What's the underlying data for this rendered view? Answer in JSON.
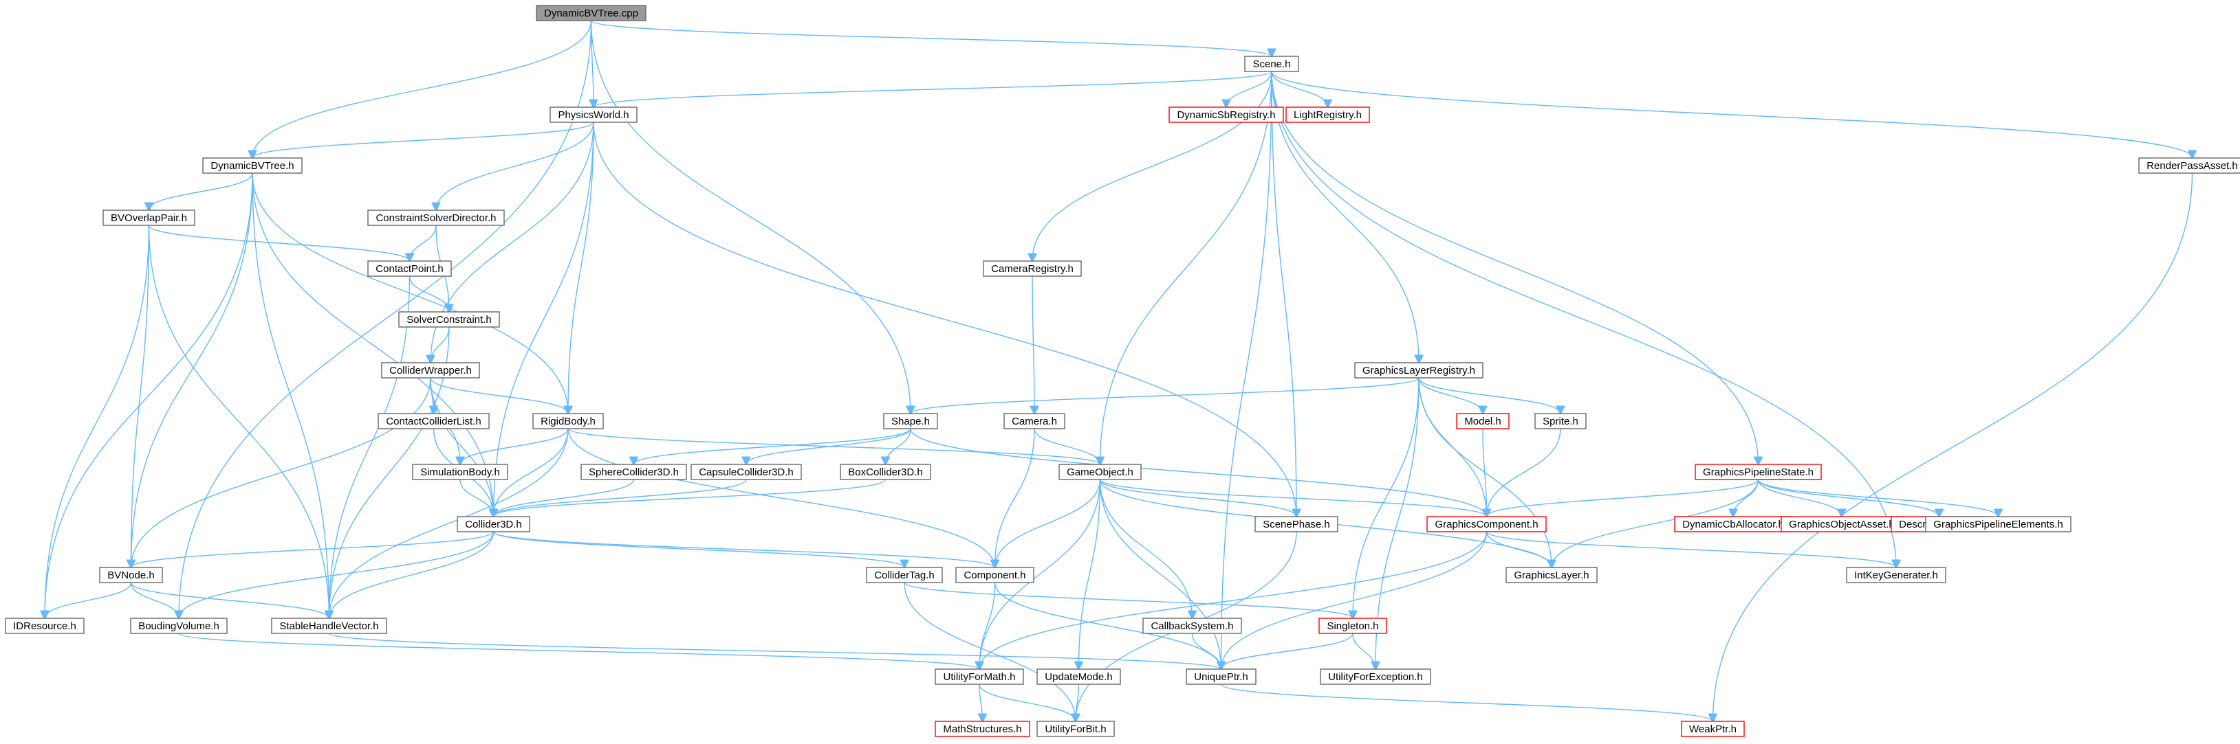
{
  "diagram": {
    "nodes": [
      {
        "id": "dbvtree_cpp",
        "label": "DynamicBVTree.cpp",
        "style": "root"
      },
      {
        "id": "scene_h",
        "label": "Scene.h",
        "style": "normal"
      },
      {
        "id": "physicsworld_h",
        "label": "PhysicsWorld.h",
        "style": "normal"
      },
      {
        "id": "dynamicsbregistry_h",
        "label": "DynamicSbRegistry.h",
        "style": "truncated"
      },
      {
        "id": "lightregistry_h",
        "label": "LightRegistry.h",
        "style": "truncated"
      },
      {
        "id": "dbvtree_h",
        "label": "DynamicBVTree.h",
        "style": "normal"
      },
      {
        "id": "renderpassasset_h",
        "label": "RenderPassAsset.h",
        "style": "normal"
      },
      {
        "id": "bvoverlappair_h",
        "label": "BVOverlapPair.h",
        "style": "normal"
      },
      {
        "id": "constraintsolverdirector_h",
        "label": "ConstraintSolverDirector.h",
        "style": "normal"
      },
      {
        "id": "contactpoint_h",
        "label": "ContactPoint.h",
        "style": "normal"
      },
      {
        "id": "cameraregistry_h",
        "label": "CameraRegistry.h",
        "style": "normal"
      },
      {
        "id": "solverconstraint_h",
        "label": "SolverConstraint.h",
        "style": "normal"
      },
      {
        "id": "graphicslayerregistry_h",
        "label": "GraphicsLayerRegistry.h",
        "style": "normal"
      },
      {
        "id": "colliderwrapper_h",
        "label": "ColliderWrapper.h",
        "style": "normal"
      },
      {
        "id": "contactcolliderlist_h",
        "label": "ContactColliderList.h",
        "style": "normal"
      },
      {
        "id": "rigidbody_h",
        "label": "RigidBody.h",
        "style": "normal"
      },
      {
        "id": "shape_h",
        "label": "Shape.h",
        "style": "normal"
      },
      {
        "id": "camera_h",
        "label": "Camera.h",
        "style": "normal"
      },
      {
        "id": "model_h",
        "label": "Model.h",
        "style": "truncated"
      },
      {
        "id": "sprite_h",
        "label": "Sprite.h",
        "style": "normal"
      },
      {
        "id": "simulationbody_h",
        "label": "SimulationBody.h",
        "style": "normal"
      },
      {
        "id": "spherecollider3d_h",
        "label": "SphereCollider3D.h",
        "style": "normal"
      },
      {
        "id": "capsulecollider3d_h",
        "label": "CapsuleCollider3D.h",
        "style": "normal"
      },
      {
        "id": "boxcollider3d_h",
        "label": "BoxCollider3D.h",
        "style": "normal"
      },
      {
        "id": "gameobject_h",
        "label": "GameObject.h",
        "style": "normal"
      },
      {
        "id": "graphicspipelinestate_h",
        "label": "GraphicsPipelineState.h",
        "style": "truncated"
      },
      {
        "id": "collider3d_h",
        "label": "Collider3D.h",
        "style": "normal"
      },
      {
        "id": "scenephase_h",
        "label": "ScenePhase.h",
        "style": "normal"
      },
      {
        "id": "graphicscomponent_h",
        "label": "GraphicsComponent.h",
        "style": "truncated"
      },
      {
        "id": "dynamiccballocator_h",
        "label": "DynamicCbAllocator.h",
        "style": "truncated"
      },
      {
        "id": "graphicsobjectasset_h",
        "label": "GraphicsObjectAsset.h",
        "style": "truncated"
      },
      {
        "id": "descriptorheap_h",
        "label": "DescriptorHeap.h",
        "style": "truncated"
      },
      {
        "id": "graphicspipelineelements_h",
        "label": "GraphicsPipelineElements.h",
        "style": "normal"
      },
      {
        "id": "bvnode_h",
        "label": "BVNode.h",
        "style": "normal"
      },
      {
        "id": "collidertag_h",
        "label": "ColliderTag.h",
        "style": "normal"
      },
      {
        "id": "component_h",
        "label": "Component.h",
        "style": "normal"
      },
      {
        "id": "graphicslayer_h",
        "label": "GraphicsLayer.h",
        "style": "normal"
      },
      {
        "id": "intkeygenerater_h",
        "label": "IntKeyGenerater.h",
        "style": "normal"
      },
      {
        "id": "idresource_h",
        "label": "IDResource.h",
        "style": "normal"
      },
      {
        "id": "boudingvolume_h",
        "label": "BoudingVolume.h",
        "style": "normal"
      },
      {
        "id": "stablehandlevector_h",
        "label": "StableHandleVector.h",
        "style": "normal"
      },
      {
        "id": "singleton_h",
        "label": "Singleton.h",
        "style": "truncated"
      },
      {
        "id": "callbacksystem_h",
        "label": "CallbackSystem.h",
        "style": "normal"
      },
      {
        "id": "utilityformath_h",
        "label": "UtilityForMath.h",
        "style": "normal"
      },
      {
        "id": "updatemode_h",
        "label": "UpdateMode.h",
        "style": "normal"
      },
      {
        "id": "uniqueptr_h",
        "label": "UniquePtr.h",
        "style": "normal"
      },
      {
        "id": "utilityforexception_h",
        "label": "UtilityForException.h",
        "style": "normal"
      },
      {
        "id": "mathstructures_h",
        "label": "MathStructures.h",
        "style": "truncated"
      },
      {
        "id": "utilityforbit_h",
        "label": "UtilityForBit.h",
        "style": "normal"
      },
      {
        "id": "weakptr_h",
        "label": "WeakPtr.h",
        "style": "truncated"
      }
    ],
    "edges": [
      [
        "dbvtree_cpp",
        "scene_h"
      ],
      [
        "dbvtree_cpp",
        "physicsworld_h"
      ],
      [
        "dbvtree_cpp",
        "dbvtree_h"
      ],
      [
        "dbvtree_cpp",
        "shape_h"
      ],
      [
        "dbvtree_cpp",
        "boudingvolume_h"
      ],
      [
        "scene_h",
        "physicsworld_h"
      ],
      [
        "scene_h",
        "dynamicsbregistry_h"
      ],
      [
        "scene_h",
        "lightregistry_h"
      ],
      [
        "scene_h",
        "cameraregistry_h"
      ],
      [
        "scene_h",
        "graphicslayerregistry_h"
      ],
      [
        "scene_h",
        "gameobject_h"
      ],
      [
        "scene_h",
        "scenephase_h"
      ],
      [
        "scene_h",
        "uniqueptr_h"
      ],
      [
        "scene_h",
        "graphicspipelinestate_h"
      ],
      [
        "scene_h",
        "renderpassasset_h"
      ],
      [
        "scene_h",
        "intkeygenerater_h"
      ],
      [
        "physicsworld_h",
        "dbvtree_h"
      ],
      [
        "physicsworld_h",
        "constraintsolverdirector_h"
      ],
      [
        "physicsworld_h",
        "colliderwrapper_h"
      ],
      [
        "physicsworld_h",
        "rigidbody_h"
      ],
      [
        "physicsworld_h",
        "collider3d_h"
      ],
      [
        "physicsworld_h",
        "scenephase_h"
      ],
      [
        "dbvtree_h",
        "bvoverlappair_h"
      ],
      [
        "dbvtree_h",
        "bvnode_h"
      ],
      [
        "dbvtree_h",
        "idresource_h"
      ],
      [
        "dbvtree_h",
        "stablehandlevector_h"
      ],
      [
        "dbvtree_h",
        "collider3d_h"
      ],
      [
        "dbvtree_h",
        "rigidbody_h"
      ],
      [
        "bvoverlappair_h",
        "contactpoint_h"
      ],
      [
        "bvoverlappair_h",
        "bvnode_h"
      ],
      [
        "bvoverlappair_h",
        "idresource_h"
      ],
      [
        "bvoverlappair_h",
        "stablehandlevector_h"
      ],
      [
        "constraintsolverdirector_h",
        "contactpoint_h"
      ],
      [
        "constraintsolverdirector_h",
        "solverconstraint_h"
      ],
      [
        "contactpoint_h",
        "solverconstraint_h"
      ],
      [
        "contactpoint_h",
        "stablehandlevector_h"
      ],
      [
        "solverconstraint_h",
        "colliderwrapper_h"
      ],
      [
        "solverconstraint_h",
        "stablehandlevector_h"
      ],
      [
        "cameraregistry_h",
        "camera_h"
      ],
      [
        "colliderwrapper_h",
        "contactcolliderlist_h"
      ],
      [
        "colliderwrapper_h",
        "rigidbody_h"
      ],
      [
        "colliderwrapper_h",
        "simulationbody_h"
      ],
      [
        "colliderwrapper_h",
        "collider3d_h"
      ],
      [
        "colliderwrapper_h",
        "bvnode_h"
      ],
      [
        "contactcolliderlist_h",
        "collider3d_h"
      ],
      [
        "rigidbody_h",
        "simulationbody_h"
      ],
      [
        "rigidbody_h",
        "collider3d_h"
      ],
      [
        "rigidbody_h",
        "gameobject_h"
      ],
      [
        "rigidbody_h",
        "component_h"
      ],
      [
        "rigidbody_h",
        "stablehandlevector_h"
      ],
      [
        "simulationbody_h",
        "collider3d_h"
      ],
      [
        "graphicslayerregistry_h",
        "shape_h"
      ],
      [
        "graphicslayerregistry_h",
        "model_h"
      ],
      [
        "graphicslayerregistry_h",
        "sprite_h"
      ],
      [
        "graphicslayerregistry_h",
        "graphicscomponent_h"
      ],
      [
        "graphicslayerregistry_h",
        "graphicslayer_h"
      ],
      [
        "graphicslayerregistry_h",
        "singleton_h"
      ],
      [
        "graphicslayerregistry_h",
        "utilityforexception_h"
      ],
      [
        "model_h",
        "graphicscomponent_h"
      ],
      [
        "sprite_h",
        "graphicscomponent_h"
      ],
      [
        "shape_h",
        "spherecollider3d_h"
      ],
      [
        "shape_h",
        "capsulecollider3d_h"
      ],
      [
        "shape_h",
        "boxcollider3d_h"
      ],
      [
        "shape_h",
        "graphicscomponent_h"
      ],
      [
        "spherecollider3d_h",
        "collider3d_h"
      ],
      [
        "capsulecollider3d_h",
        "collider3d_h"
      ],
      [
        "boxcollider3d_h",
        "collider3d_h"
      ],
      [
        "camera_h",
        "gameobject_h"
      ],
      [
        "camera_h",
        "component_h"
      ],
      [
        "gameobject_h",
        "graphicscomponent_h"
      ],
      [
        "gameobject_h",
        "scenephase_h"
      ],
      [
        "gameobject_h",
        "component_h"
      ],
      [
        "gameobject_h",
        "callbacksystem_h"
      ],
      [
        "gameobject_h",
        "updatemode_h"
      ],
      [
        "gameobject_h",
        "uniqueptr_h"
      ],
      [
        "gameobject_h",
        "utilityformath_h"
      ],
      [
        "gameobject_h",
        "graphicslayer_h"
      ],
      [
        "graphicspipelinestate_h",
        "graphicscomponent_h"
      ],
      [
        "graphicspipelinestate_h",
        "dynamiccballocator_h"
      ],
      [
        "graphicspipelinestate_h",
        "graphicsobjectasset_h"
      ],
      [
        "graphicspipelinestate_h",
        "descriptorheap_h"
      ],
      [
        "graphicspipelinestate_h",
        "graphicspipelineelements_h"
      ],
      [
        "graphicspipelinestate_h",
        "graphicslayer_h"
      ],
      [
        "graphicscomponent_h",
        "graphicslayer_h"
      ],
      [
        "graphicscomponent_h",
        "intkeygenerater_h"
      ],
      [
        "graphicscomponent_h",
        "uniqueptr_h"
      ],
      [
        "graphicscomponent_h",
        "utilityformath_h"
      ],
      [
        "collider3d_h",
        "bvnode_h"
      ],
      [
        "collider3d_h",
        "collidertag_h"
      ],
      [
        "collider3d_h",
        "component_h"
      ],
      [
        "collider3d_h",
        "stablehandlevector_h"
      ],
      [
        "collider3d_h",
        "boudingvolume_h"
      ],
      [
        "bvnode_h",
        "idresource_h"
      ],
      [
        "bvnode_h",
        "boudingvolume_h"
      ],
      [
        "bvnode_h",
        "stablehandlevector_h"
      ],
      [
        "collidertag_h",
        "singleton_h"
      ],
      [
        "collidertag_h",
        "utilityforbit_h"
      ],
      [
        "component_h",
        "utilityformath_h"
      ],
      [
        "component_h",
        "uniqueptr_h"
      ],
      [
        "boudingvolume_h",
        "utilityformath_h"
      ],
      [
        "stablehandlevector_h",
        "uniqueptr_h"
      ],
      [
        "singleton_h",
        "uniqueptr_h"
      ],
      [
        "singleton_h",
        "utilityforexception_h"
      ],
      [
        "callbacksystem_h",
        "uniqueptr_h"
      ],
      [
        "utilityformath_h",
        "mathstructures_h"
      ],
      [
        "utilityformath_h",
        "utilityforbit_h"
      ],
      [
        "updatemode_h",
        "utilityforbit_h"
      ],
      [
        "uniqueptr_h",
        "weakptr_h"
      ],
      [
        "renderpassasset_h",
        "weakptr_h"
      ],
      [
        "scenephase_h",
        "utilityforbit_h"
      ]
    ]
  },
  "colors": {
    "edge": "#63b8ff",
    "node_border": "#666666",
    "node_truncated_border": "#ff0000",
    "root_fill": "#999999",
    "text": "#000000",
    "background": "#ffffff"
  }
}
